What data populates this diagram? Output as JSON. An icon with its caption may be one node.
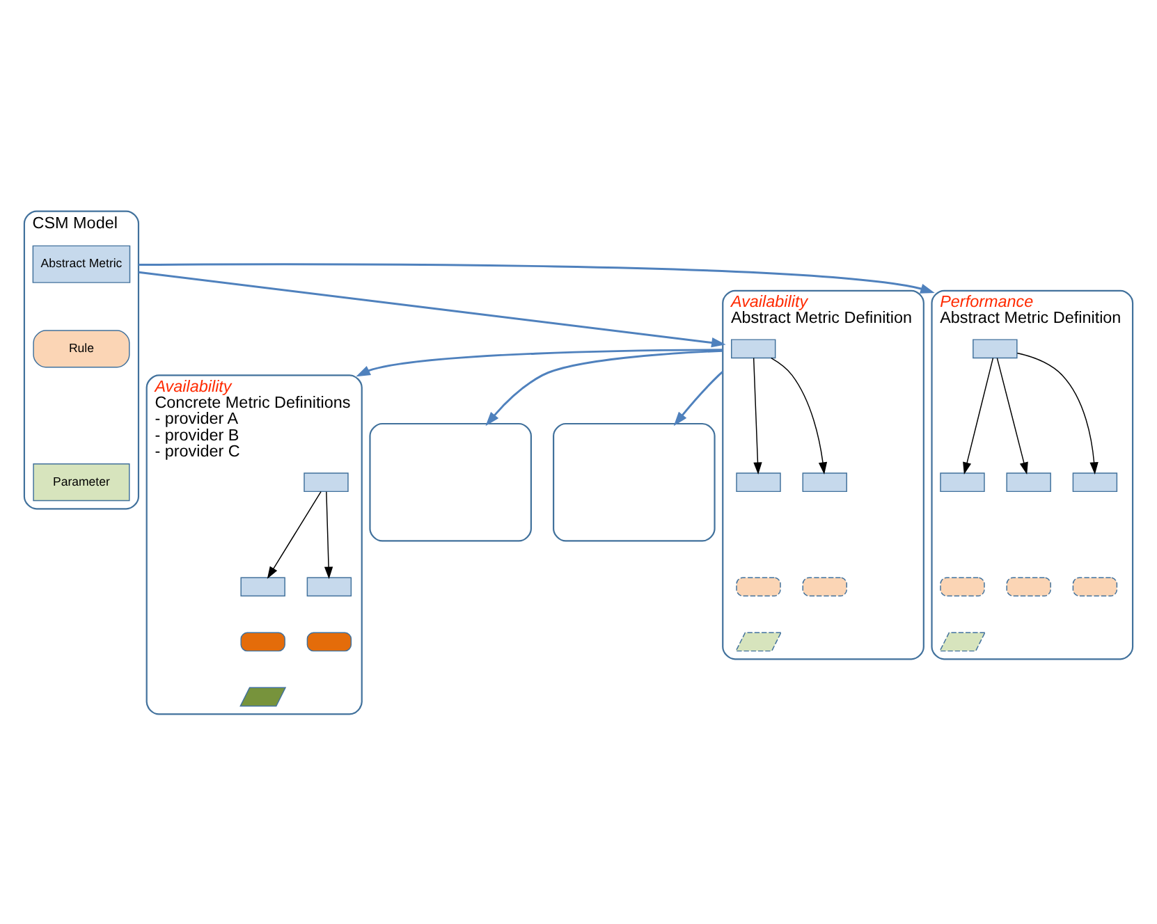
{
  "diagram": {
    "nodes": [
      {
        "text": [],
        "shape": "ellipse",
        "beside": [
          "CSM Model"
        ]
      },
      {
        "text": [
          "Abstract Metric"
        ],
        "in": 0
      },
      {
        "text": [
          "Rule"
        ],
        "in": 0
      },
      {
        "text": [
          "Parameter"
        ],
        "in": 0
      },
      {
        "text": [],
        "shape": "box",
        "beside": [
          "Availability",
          "Abstract Metric Definition"
        ]
      },
      {
        "text": [],
        "shape": "box",
        "in": 4
      },
      {
        "text": [],
        "shape": "box",
        "in": 4
      },
      {
        "text": [],
        "shape": "box",
        "in": 4
      },
      {
        "text": [],
        "shape": "box",
        "in": 4
      },
      {
        "text": [],
        "shape": "box",
        "in": 4
      },
      {
        "text": [],
        "shape": "parallelogram",
        "in": 4
      },
      {
        "text": [],
        "shape": "box",
        "beside": [
          "Performance",
          "Abstract Metric Definition"
        ]
      },
      {
        "text": [],
        "shape": "box",
        "in": 11
      },
      {
        "text": [],
        "shape": "box",
        "in": 11
      },
      {
        "text": [],
        "shape": "box",
        "in": 11
      },
      {
        "text": [],
        "shape": "box",
        "in": 11
      },
      {
        "text": [],
        "shape": "box",
        "in": 11
      },
      {
        "text": [],
        "shape": "box",
        "in": 11
      },
      {
        "text": [],
        "shape": "box",
        "in": 11
      },
      {
        "text": [],
        "shape": "parallelogram",
        "in": 11
      },
      {
        "text": [],
        "shape": "box",
        "beside": [
          "Availability",
          "Concrete Metric Definitions",
          "- provider A",
          "- provider B",
          "- provider C"
        ]
      },
      {
        "text": [],
        "shape": "box",
        "in": 20
      },
      {
        "text": [],
        "shape": "box",
        "in": 20
      },
      {
        "text": [],
        "shape": "box",
        "in": 20
      },
      {
        "text": [],
        "shape": "box",
        "in": 20
      },
      {
        "text": [],
        "shape": "box",
        "in": 20
      },
      {
        "text": [],
        "shape": "parallelogram",
        "in": 20
      },
      {
        "text": [],
        "shape": "box"
      },
      {
        "text": [],
        "shape": "box"
      }
    ],
    "edges": [
      {
        "from": 0,
        "to": 4,
        "arrow": "to",
        "color": "#4f81bd"
      },
      {
        "from": 0,
        "to": 11,
        "arrow": "to",
        "color": "#4f81bd"
      },
      {
        "from": 5,
        "to": 6,
        "arrow": "to"
      },
      {
        "from": 5,
        "to": 7,
        "arrow": "to"
      },
      {
        "from": 12,
        "to": 13,
        "arrow": "to"
      },
      {
        "from": 12,
        "to": 14,
        "arrow": "to"
      },
      {
        "from": 12,
        "to": 15,
        "arrow": "to"
      },
      {
        "from": 4,
        "to": 20,
        "arrow": "to",
        "color": "#4f81bd"
      },
      {
        "from": 4,
        "to": 27,
        "arrow": "to",
        "color": "#4f81bd"
      },
      {
        "from": 4,
        "to": 28,
        "arrow": "to",
        "color": "#4f81bd"
      },
      {
        "from": 21,
        "to": 22,
        "arrow": "to"
      },
      {
        "from": 21,
        "to": 23,
        "arrow": "to"
      }
    ]
  }
}
